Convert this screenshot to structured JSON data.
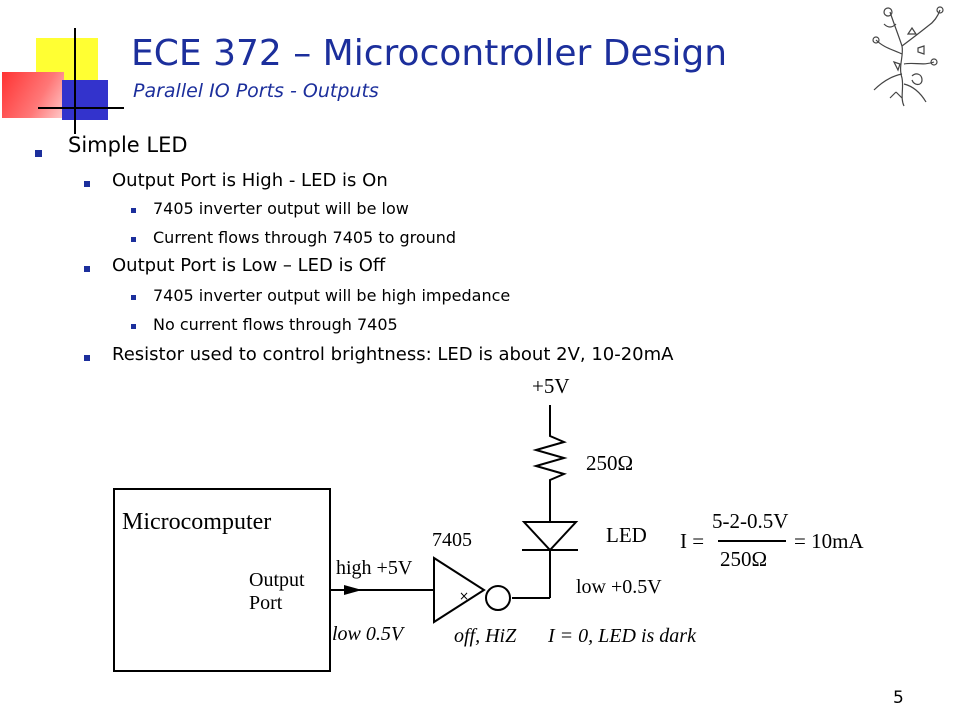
{
  "header": {
    "title": "ECE 372 – Microcontroller Design",
    "subtitle": "Parallel IO Ports - Outputs"
  },
  "bullets": [
    {
      "level": 1,
      "text": "Simple LED"
    },
    {
      "level": 2,
      "text": "Output Port is High - LED is On"
    },
    {
      "level": 3,
      "text": "7405 inverter output will be low"
    },
    {
      "level": 3,
      "text": "Current flows through 7405 to ground"
    },
    {
      "level": 2,
      "text": "Output Port is Low – LED is Off"
    },
    {
      "level": 3,
      "text": "7405 inverter output will be high impedance"
    },
    {
      "level": 3,
      "text": "No current flows through 7405"
    },
    {
      "level": 2,
      "text": "Resistor used to control brightness: LED is about 2V, 10-20mA"
    }
  ],
  "circuit": {
    "supply": "+5V",
    "resistor": "250Ω",
    "micro_label": "Microcomputer",
    "port_line1": "Output",
    "port_line2": "Port",
    "chip": "7405",
    "led": "LED",
    "high": "high +5V",
    "low_in": "low 0.5V",
    "off": "off, HiZ",
    "low_out": "low +0.5V",
    "dark": "I = 0, LED is dark",
    "formula_lhs": "I =",
    "formula_num": "5-2-0.5V",
    "formula_den": "250Ω",
    "formula_result": "= 10mA"
  },
  "footer": {
    "slide_number": "5"
  },
  "colors": {
    "title": "#1c2f9c",
    "bullet": "#1c2f9c",
    "deco_yellow": "#ffff33",
    "deco_blue": "#3333cc",
    "deco_red": "#ff3333"
  }
}
